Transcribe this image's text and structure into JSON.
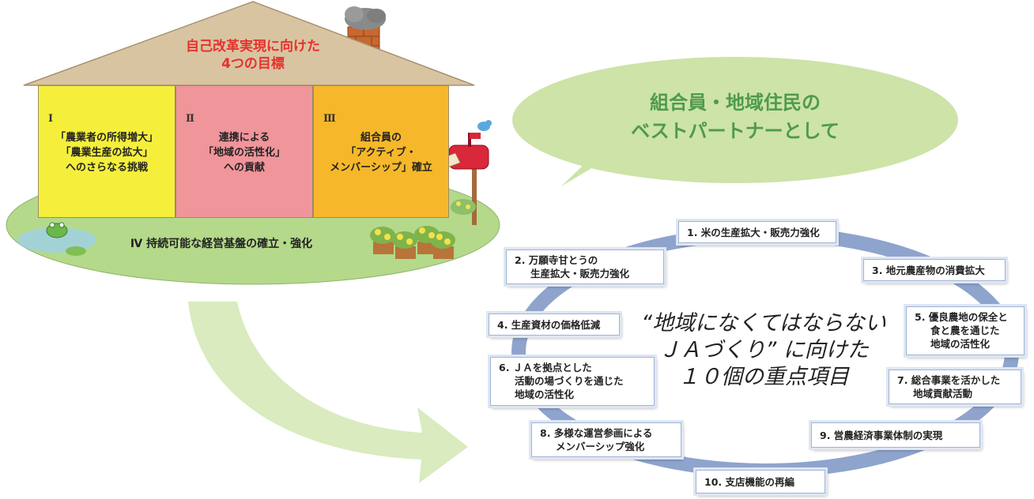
{
  "house": {
    "title_line1": "自己改革実現に向けた",
    "title_line2": "4つの目標",
    "goals": [
      {
        "num": "Ⅰ",
        "lines": [
          "「農業者の所得増大」",
          "「農業生産の拡大」",
          "へのさらなる挑戦"
        ],
        "color": "#f5ef3c"
      },
      {
        "num": "Ⅱ",
        "lines": [
          "連携による",
          "「地域の活性化」",
          "への貢献"
        ],
        "color": "#f0959a"
      },
      {
        "num": "Ⅲ",
        "lines": [
          "組合員の",
          "「アクティブ・",
          "メンバーシップ」確立"
        ],
        "color": "#f6b82a"
      }
    ],
    "foundation": "Ⅳ 持続可能な経営基盤の確立・強化"
  },
  "bubble": {
    "line1": "組合員・地域住民の",
    "line2": "ベストパートナーとして"
  },
  "ring": {
    "center_line1": "“地域になくてはならない",
    "center_line2": "ＪＡづくり” に向けた",
    "center_line3": "１０個の重点項目",
    "items": [
      {
        "label_lines": [
          "1. 米の生産拡大・販売力強化"
        ]
      },
      {
        "label_lines": [
          "2. 万願寺甘とうの",
          "生産拡大・販売力強化"
        ]
      },
      {
        "label_lines": [
          "3. 地元農産物の消費拡大"
        ]
      },
      {
        "label_lines": [
          "4. 生産資材の価格低減"
        ]
      },
      {
        "label_lines": [
          "5. 優良農地の保全と",
          "食と農を通じた",
          "地域の活性化"
        ]
      },
      {
        "label_lines": [
          "6. ＪＡを拠点とした",
          "活動の場づくりを通じた",
          "地域の活性化"
        ]
      },
      {
        "label_lines": [
          "7. 総合事業を活かした",
          "地域貢献活動"
        ]
      },
      {
        "label_lines": [
          "8. 多様な運営参画による",
          "メンバーシップ強化"
        ]
      },
      {
        "label_lines": [
          "9. 営農経済事業体制の実現"
        ]
      },
      {
        "label_lines": [
          "10. 支店機能の再編"
        ]
      }
    ]
  },
  "colors": {
    "roof": "#d9c4a2",
    "lawn": "#b4d98b",
    "arrow": "#d9ebbf",
    "bubble": "#cde3a8",
    "ring": "#8ea4cd",
    "title_red": "#e5322d",
    "bubble_text": "#4f9a4d"
  }
}
